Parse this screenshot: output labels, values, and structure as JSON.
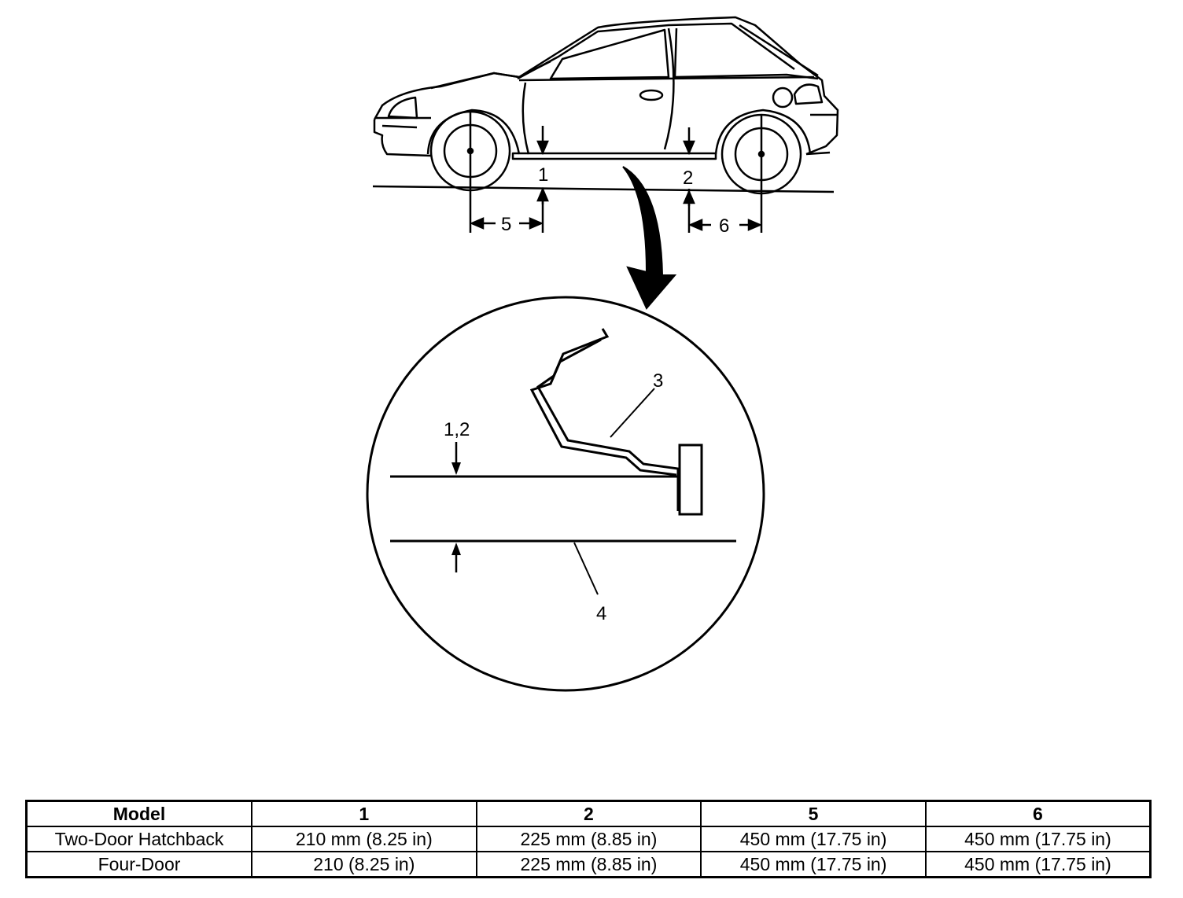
{
  "callouts": {
    "c1": "1",
    "c2": "2",
    "c3": "3",
    "c4": "4",
    "c5": "5",
    "c6": "6",
    "c12": "1,2"
  },
  "table": {
    "headers": [
      "Model",
      "1",
      "2",
      "5",
      "6"
    ],
    "rows": [
      [
        "Two-Door Hatchback",
        "210 mm (8.25 in)",
        "225 mm (8.85 in)",
        "450 mm (17.75 in)",
        "450 mm (17.75 in)"
      ],
      [
        "Four-Door",
        "210  (8.25 in)",
        "225 mm (8.85 in)",
        "450 mm (17.75 in)",
        "450 mm (17.75 in)"
      ]
    ]
  }
}
